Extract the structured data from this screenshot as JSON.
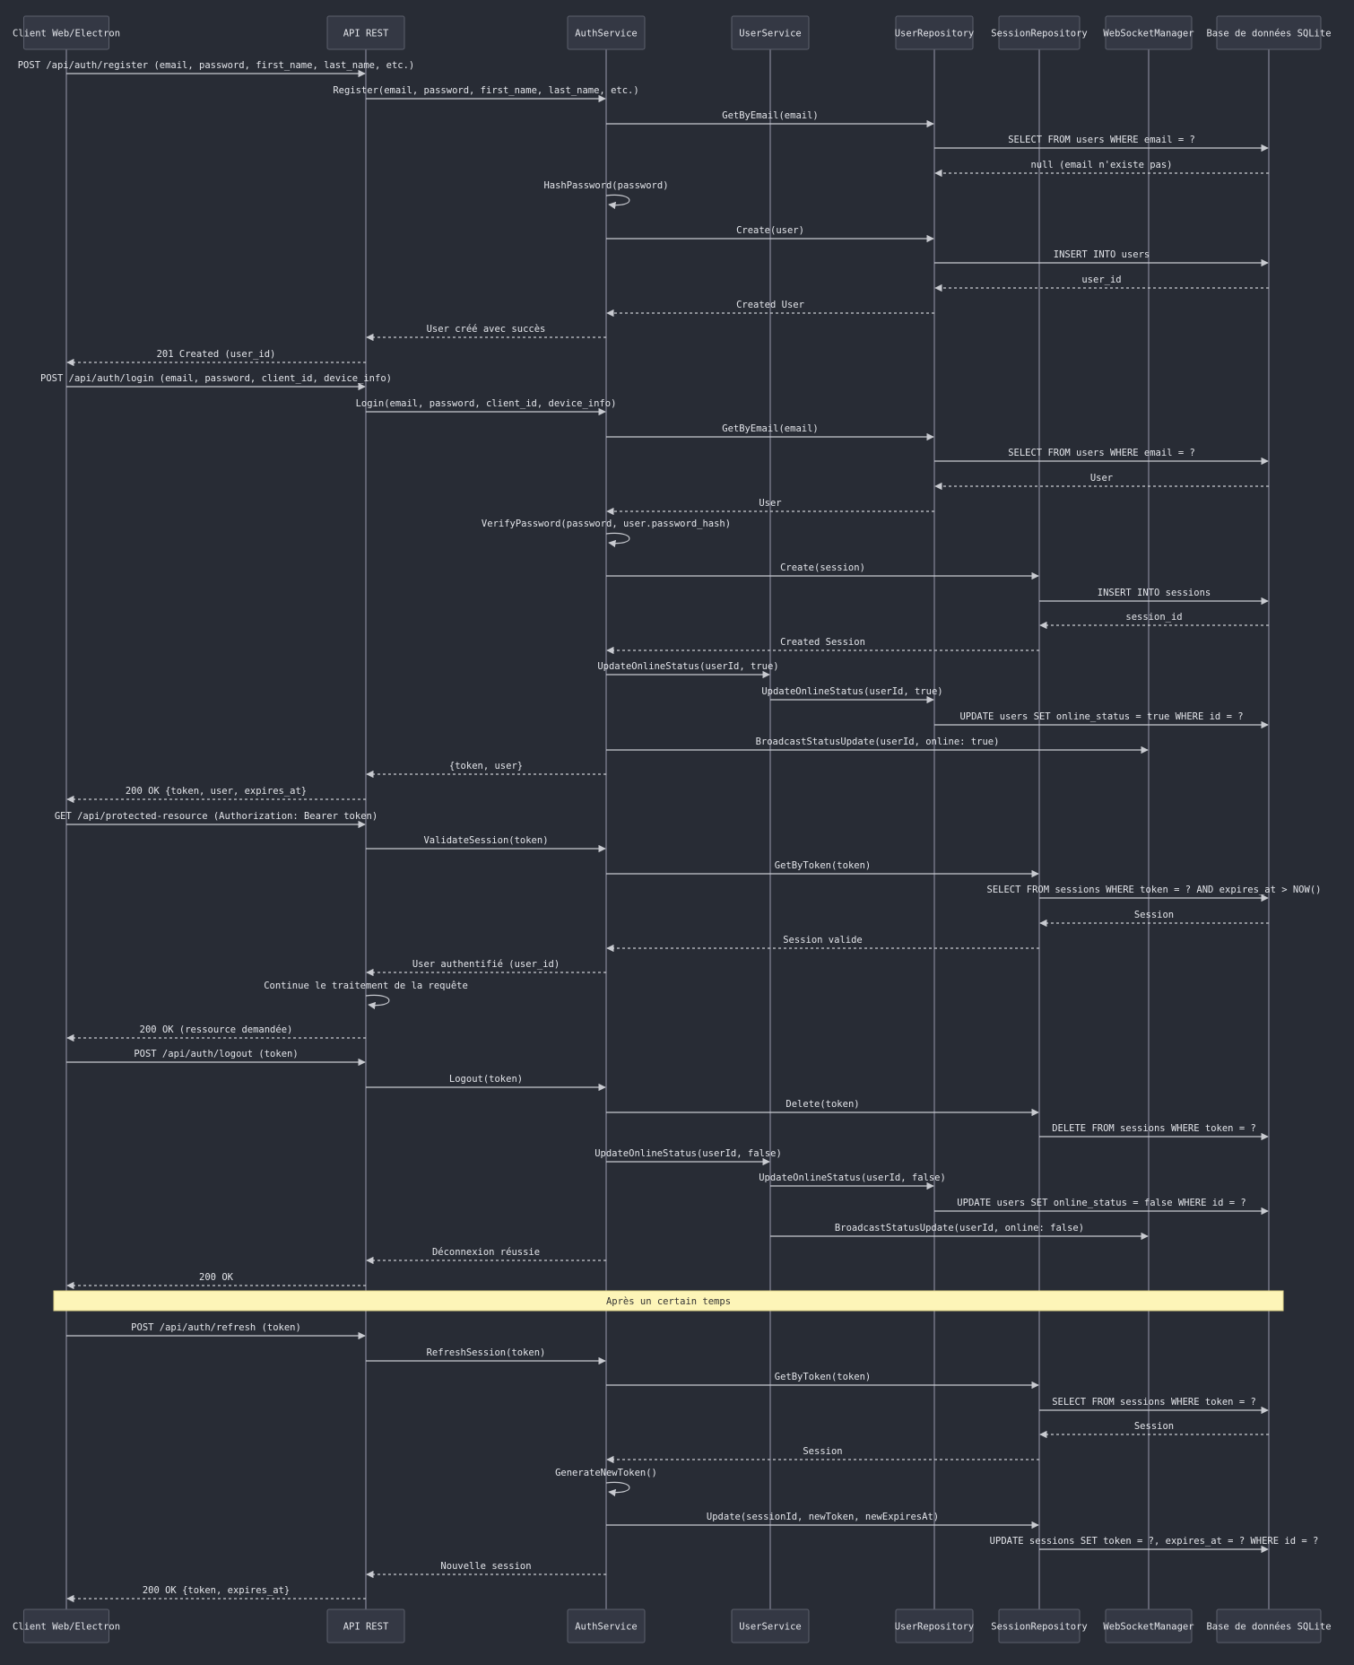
{
  "participants": [
    {
      "id": "client",
      "label": "Client Web/Electron"
    },
    {
      "id": "api",
      "label": "API REST"
    },
    {
      "id": "auth",
      "label": "AuthService"
    },
    {
      "id": "usersvc",
      "label": "UserService"
    },
    {
      "id": "userrepo",
      "label": "UserRepository"
    },
    {
      "id": "sessrepo",
      "label": "SessionRepository"
    },
    {
      "id": "ws",
      "label": "WebSocketManager"
    },
    {
      "id": "db",
      "label": "Base de données SQLite"
    }
  ],
  "messages": [
    {
      "from": "client",
      "to": "api",
      "label": "POST /api/auth/register (email, password, first_name, last_name, etc.)",
      "style": "solid"
    },
    {
      "from": "api",
      "to": "auth",
      "label": "Register(email, password, first_name, last_name, etc.)",
      "style": "solid"
    },
    {
      "from": "auth",
      "to": "userrepo",
      "label": "GetByEmail(email)",
      "style": "solid"
    },
    {
      "from": "userrepo",
      "to": "db",
      "label": "SELECT FROM users WHERE email = ?",
      "style": "solid"
    },
    {
      "from": "db",
      "to": "userrepo",
      "label": "null (email n'existe pas)",
      "style": "dashed"
    },
    {
      "from": "auth",
      "to": "auth",
      "label": "HashPassword(password)",
      "style": "self"
    },
    {
      "from": "auth",
      "to": "userrepo",
      "label": "Create(user)",
      "style": "solid"
    },
    {
      "from": "userrepo",
      "to": "db",
      "label": "INSERT INTO users",
      "style": "solid"
    },
    {
      "from": "db",
      "to": "userrepo",
      "label": "user_id",
      "style": "dashed"
    },
    {
      "from": "userrepo",
      "to": "auth",
      "label": "Created User",
      "style": "dashed"
    },
    {
      "from": "auth",
      "to": "api",
      "label": "User créé avec succès",
      "style": "dashed"
    },
    {
      "from": "api",
      "to": "client",
      "label": "201 Created (user_id)",
      "style": "dashed"
    },
    {
      "from": "client",
      "to": "api",
      "label": "POST /api/auth/login (email, password, client_id, device_info)",
      "style": "solid"
    },
    {
      "from": "api",
      "to": "auth",
      "label": "Login(email, password, client_id, device_info)",
      "style": "solid"
    },
    {
      "from": "auth",
      "to": "userrepo",
      "label": "GetByEmail(email)",
      "style": "solid"
    },
    {
      "from": "userrepo",
      "to": "db",
      "label": "SELECT FROM users WHERE email = ?",
      "style": "solid"
    },
    {
      "from": "db",
      "to": "userrepo",
      "label": "User",
      "style": "dashed"
    },
    {
      "from": "userrepo",
      "to": "auth",
      "label": "User",
      "style": "dashed"
    },
    {
      "from": "auth",
      "to": "auth",
      "label": "VerifyPassword(password, user.password_hash)",
      "style": "self"
    },
    {
      "from": "auth",
      "to": "sessrepo",
      "label": "Create(session)",
      "style": "solid"
    },
    {
      "from": "sessrepo",
      "to": "db",
      "label": "INSERT INTO sessions",
      "style": "solid"
    },
    {
      "from": "db",
      "to": "sessrepo",
      "label": "session_id",
      "style": "dashed"
    },
    {
      "from": "sessrepo",
      "to": "auth",
      "label": "Created Session",
      "style": "dashed"
    },
    {
      "from": "auth",
      "to": "usersvc",
      "label": "UpdateOnlineStatus(userId, true)",
      "style": "solid"
    },
    {
      "from": "usersvc",
      "to": "userrepo",
      "label": "UpdateOnlineStatus(userId, true)",
      "style": "solid"
    },
    {
      "from": "userrepo",
      "to": "db",
      "label": "UPDATE users SET online_status = true WHERE id = ?",
      "style": "solid"
    },
    {
      "from": "auth",
      "to": "ws",
      "label": "BroadcastStatusUpdate(userId, online: true)",
      "style": "solid"
    },
    {
      "from": "auth",
      "to": "api",
      "label": "{token, user}",
      "style": "dashed"
    },
    {
      "from": "api",
      "to": "client",
      "label": "200 OK {token, user, expires_at}",
      "style": "dashed"
    },
    {
      "from": "client",
      "to": "api",
      "label": "GET /api/protected-resource (Authorization: Bearer token)",
      "style": "solid"
    },
    {
      "from": "api",
      "to": "auth",
      "label": "ValidateSession(token)",
      "style": "solid"
    },
    {
      "from": "auth",
      "to": "sessrepo",
      "label": "GetByToken(token)",
      "style": "solid"
    },
    {
      "from": "sessrepo",
      "to": "db",
      "label": "SELECT FROM sessions WHERE token = ? AND expires_at > NOW()",
      "style": "solid"
    },
    {
      "from": "db",
      "to": "sessrepo",
      "label": "Session",
      "style": "dashed"
    },
    {
      "from": "sessrepo",
      "to": "auth",
      "label": "Session valide",
      "style": "dashed"
    },
    {
      "from": "auth",
      "to": "api",
      "label": "User authentifié (user_id)",
      "style": "dashed"
    },
    {
      "from": "api",
      "to": "api",
      "label": "Continue le traitement de la requête",
      "style": "self"
    },
    {
      "from": "api",
      "to": "client",
      "label": "200 OK (ressource demandée)",
      "style": "dashed"
    },
    {
      "from": "client",
      "to": "api",
      "label": "POST /api/auth/logout (token)",
      "style": "solid"
    },
    {
      "from": "api",
      "to": "auth",
      "label": "Logout(token)",
      "style": "solid"
    },
    {
      "from": "auth",
      "to": "sessrepo",
      "label": "Delete(token)",
      "style": "solid"
    },
    {
      "from": "sessrepo",
      "to": "db",
      "label": "DELETE FROM sessions WHERE token = ?",
      "style": "solid"
    },
    {
      "from": "auth",
      "to": "usersvc",
      "label": "UpdateOnlineStatus(userId, false)",
      "style": "solid"
    },
    {
      "from": "usersvc",
      "to": "userrepo",
      "label": "UpdateOnlineStatus(userId, false)",
      "style": "solid"
    },
    {
      "from": "userrepo",
      "to": "db",
      "label": "UPDATE users SET online_status = false WHERE id = ?",
      "style": "solid"
    },
    {
      "from": "usersvc",
      "to": "ws",
      "label": "BroadcastStatusUpdate(userId, online: false)",
      "style": "solid"
    },
    {
      "from": "auth",
      "to": "api",
      "label": "Déconnexion réussie",
      "style": "dashed"
    },
    {
      "from": "api",
      "to": "client",
      "label": "200 OK",
      "style": "dashed"
    },
    {
      "note": "Après un certain temps"
    },
    {
      "from": "client",
      "to": "api",
      "label": "POST /api/auth/refresh (token)",
      "style": "solid"
    },
    {
      "from": "api",
      "to": "auth",
      "label": "RefreshSession(token)",
      "style": "solid"
    },
    {
      "from": "auth",
      "to": "sessrepo",
      "label": "GetByToken(token)",
      "style": "solid"
    },
    {
      "from": "sessrepo",
      "to": "db",
      "label": "SELECT FROM sessions WHERE token = ?",
      "style": "solid"
    },
    {
      "from": "db",
      "to": "sessrepo",
      "label": "Session",
      "style": "dashed"
    },
    {
      "from": "sessrepo",
      "to": "auth",
      "label": "Session",
      "style": "dashed"
    },
    {
      "from": "auth",
      "to": "auth",
      "label": "GenerateNewToken()",
      "style": "self"
    },
    {
      "from": "auth",
      "to": "sessrepo",
      "label": "Update(sessionId, newToken, newExpiresAt)",
      "style": "solid"
    },
    {
      "from": "sessrepo",
      "to": "db",
      "label": "UPDATE sessions SET token = ?, expires_at = ? WHERE id = ?",
      "style": "solid"
    },
    {
      "from": "auth",
      "to": "api",
      "label": "Nouvelle session",
      "style": "dashed"
    },
    {
      "from": "api",
      "to": "client",
      "label": "200 OK {token, expires_at}",
      "style": "dashed"
    }
  ]
}
